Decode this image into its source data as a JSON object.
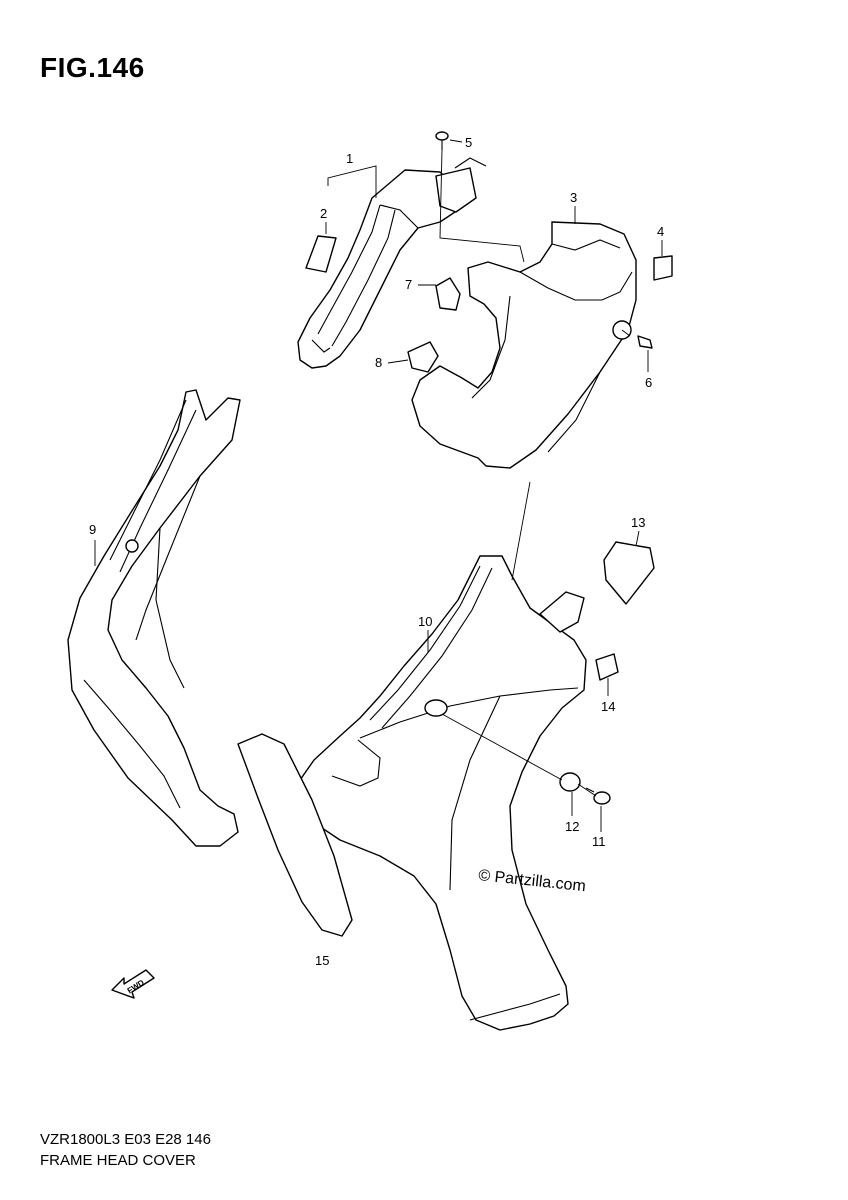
{
  "figure": {
    "title": "FIG.146",
    "model_line": "VZR1800L3  E03  E28  146",
    "caption": "FRAME HEAD COVER",
    "watermark": "© Partzilla.com",
    "direction_label": "FWD"
  },
  "callouts": [
    {
      "id": "1",
      "label": "1"
    },
    {
      "id": "2",
      "label": "2"
    },
    {
      "id": "3",
      "label": "3"
    },
    {
      "id": "4",
      "label": "4"
    },
    {
      "id": "5",
      "label": "5"
    },
    {
      "id": "6",
      "label": "6"
    },
    {
      "id": "7",
      "label": "7"
    },
    {
      "id": "8",
      "label": "8"
    },
    {
      "id": "9",
      "label": "9"
    },
    {
      "id": "10",
      "label": "10"
    },
    {
      "id": "11",
      "label": "11"
    },
    {
      "id": "12",
      "label": "12"
    },
    {
      "id": "13",
      "label": "13"
    },
    {
      "id": "14",
      "label": "14"
    },
    {
      "id": "15",
      "label": "15"
    }
  ]
}
